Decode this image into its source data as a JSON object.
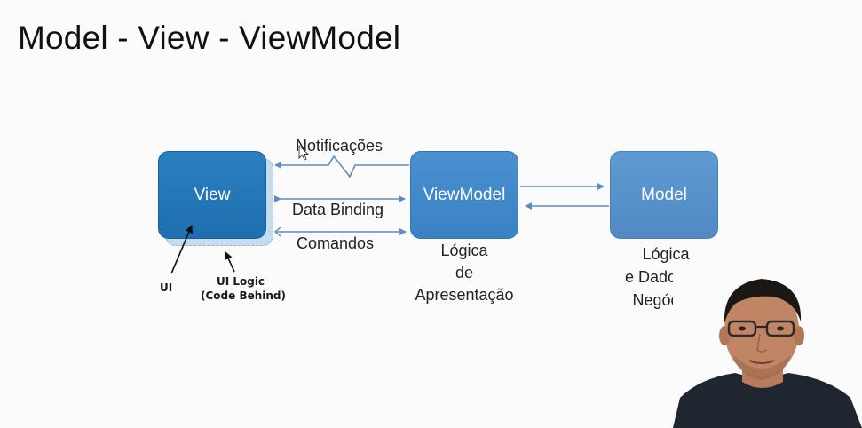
{
  "title": "Model - View - ViewModel",
  "boxes": {
    "view": "View",
    "viewmodel": "ViewModel",
    "model": "Model"
  },
  "arrows": {
    "notifications": "Notificações",
    "data_binding": "Data Binding",
    "commands": "Comandos"
  },
  "annotations": {
    "ui": "UI",
    "ui_logic_line1": "UI Logic",
    "ui_logic_line2": "(Code Behind)"
  },
  "captions": {
    "viewmodel": [
      "Lógica",
      "de",
      "Apresentação"
    ],
    "model": [
      "Lógica",
      "e Dados de",
      "Negócios"
    ]
  },
  "colors": {
    "view": "#2376b9",
    "viewmodel": "#3f88c9",
    "model": "#5892cc",
    "arrow": "#5b8cc6"
  }
}
